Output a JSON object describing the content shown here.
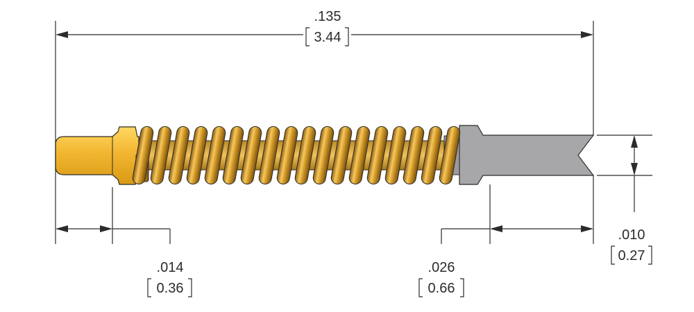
{
  "dimensions": {
    "overall_length": {
      "inch": ".135",
      "mm": "3.44"
    },
    "left_offset": {
      "inch": ".014",
      "mm": "0.36"
    },
    "right_offset": {
      "inch": ".026",
      "mm": "0.66"
    },
    "tip_height": {
      "inch": ".010",
      "mm": "0.27"
    }
  },
  "colors": {
    "barrel": "#f2b632",
    "spring": "#c9972a",
    "plunger": "#a7a7a9",
    "outline": "#2b2b2b"
  }
}
